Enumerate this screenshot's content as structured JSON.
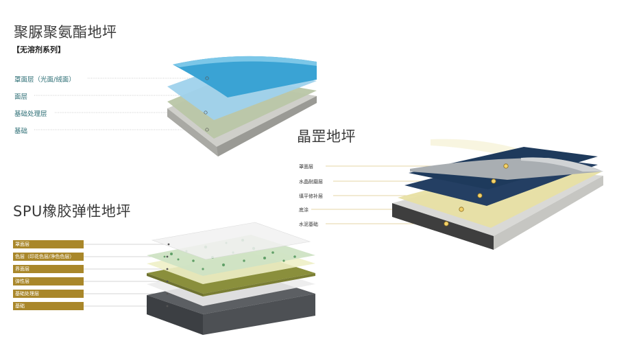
{
  "polyurea": {
    "title": "聚脲聚氨酯地坪",
    "subtitle": "【无溶剂系列】",
    "layers": [
      "罩面层（光面/绒面）",
      "面层",
      "基础处理层",
      "基础"
    ]
  },
  "crystal": {
    "title": "晶罡地坪",
    "layers": [
      "罩面层",
      "水晶耐磨层",
      "填平修补层",
      "底涂",
      "水泥基础"
    ]
  },
  "spu": {
    "title": "SPU橡胶弹性地坪",
    "layers": [
      "罩面层",
      "色层（印花色层/净色色层）",
      "界面层",
      "弹性层",
      "基础处理层",
      "基础"
    ]
  },
  "colors": {
    "poly_blue": "#3ea8d6",
    "crystal_navy": "#1e3a5c",
    "spu_gold": "#a9872a",
    "concrete": "#8a8a8a"
  }
}
